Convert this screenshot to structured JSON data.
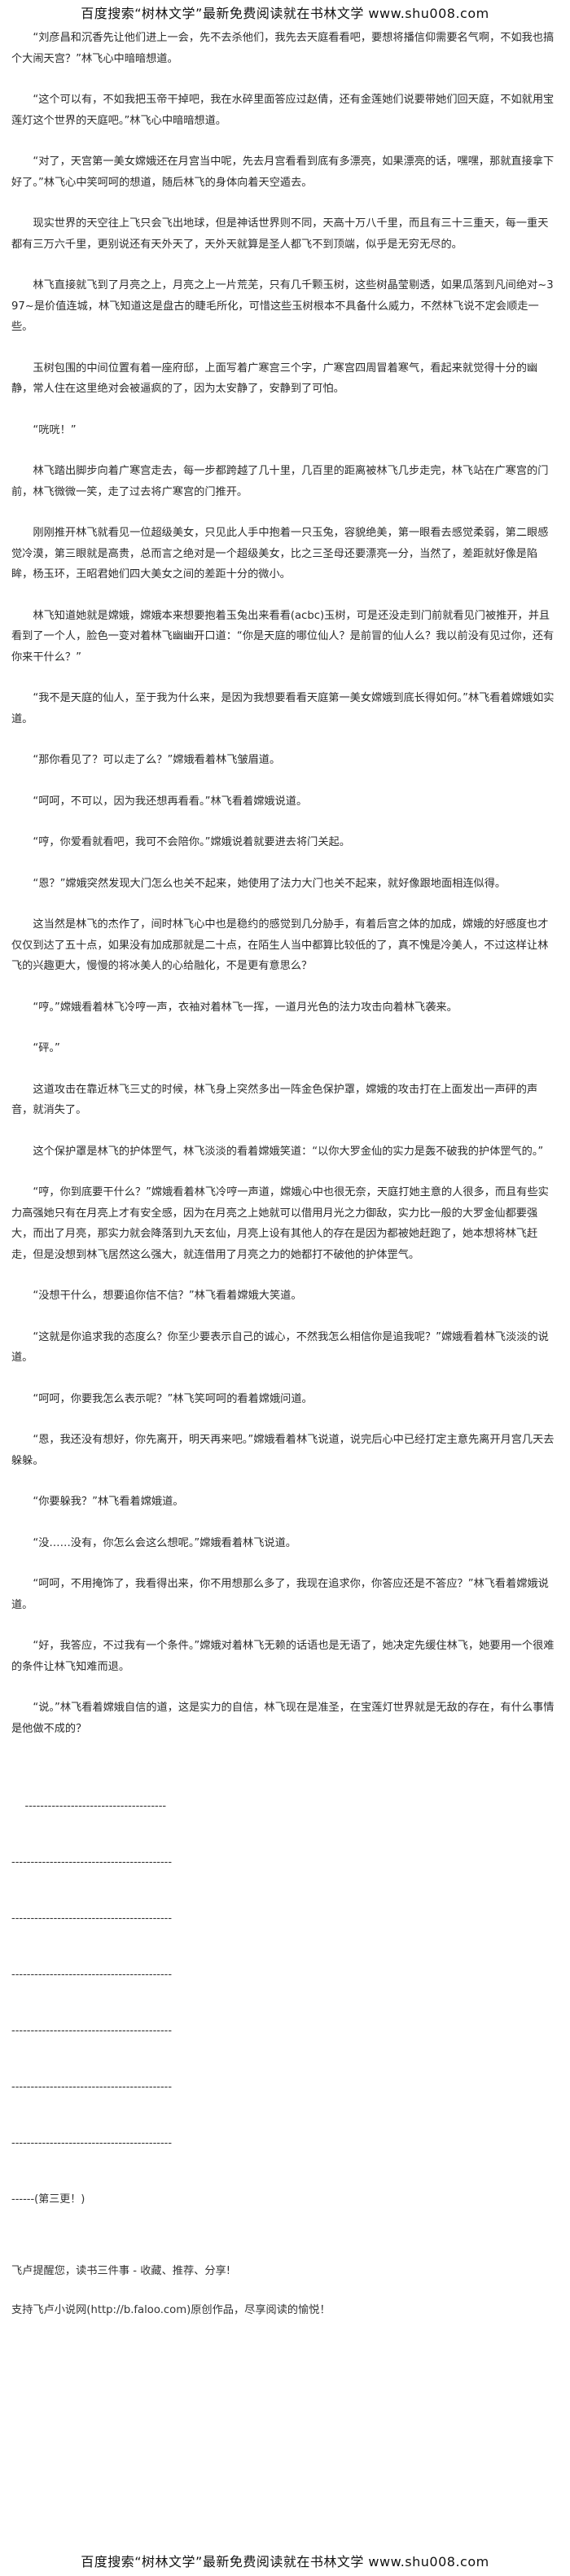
{
  "banner_text": "百度搜索“树林文学”最新免费阅读就在书林文学 www.shu008.com",
  "paragraphs": [
    "“刘彦昌和沉香先让他们进上一会，先不去杀他们，我先去天庭看看吧，要想将播信仰需要名气啊，不如我也搞个大闹天宫？”林飞心中暗暗想道。",
    "“这个可以有，不如我把玉帝干掉吧，我在水碎里面答应过赵倩，还有金莲她们说要带她们回天庭，不如就用宝莲灯这个世界的天庭吧。”林飞心中暗暗想道。",
    "“对了，天宫第一美女嫦娥还在月宫当中呢，先去月宫看看到底有多漂亮，如果漂亮的话，嘿嘿，那就直接拿下好了。”林飞心中笑呵呵的想道，随后林飞的身体向着天空遁去。",
    "现实世界的天空往上飞只会飞出地球，但是神话世界则不同，天高十万八千里，而且有三十三重天，每一重天都有三万六千里，更别说还有天外天了，天外天就算是圣人都飞不到顶端，似乎是无穷无尽的。",
    "林飞直接就飞到了月亮之上，月亮之上一片荒芜，只有几千颗玉树，这些树晶莹剔透，如果瓜落到凡间绝对~397~是价值连城，林飞知道这是盘古的睫毛所化，可惜这些玉树根本不具备什么威力，不然林飞说不定会顺走一些。",
    "玉树包围的中间位置有着一座府邸，上面写着广寒宫三个字，广寒宫四周冒着寒气，看起来就觉得十分的幽静，常人住在这里绝对会被逼疯的了，因为太安静了，安静到了可怕。",
    "“咣咣！”",
    "林飞踏出脚步向着广寒宫走去，每一步都跨越了几十里，几百里的距离被林飞几步走完，林飞站在广寒宫的门前，林飞微微一笑，走了过去将广寒宫的门推开。",
    "刚刚推开林飞就看见一位超级美女，只见此人手中抱着一只玉兔，容貌绝美，第一眼看去感觉柔弱，第二眼感觉冷漠，第三眼就是高贵，总而言之绝对是一个超级美女，比之三圣母还要漂亮一分，当然了，差距就好像是陷眸，杨玉环，王昭君她们四大美女之间的差距十分的微小。",
    "林飞知道她就是嫦娥，嫦娥本来想要抱着玉兔出来看看(acbc)玉树，可是还没走到门前就看见门被推开，并且看到了一个人，脸色一变对着林飞幽幽开口道：“你是天庭的哪位仙人？是前冒的仙人么？我以前没有见过你，还有你来干什么？”",
    "“我不是天庭的仙人，至于我为什么来，是因为我想要看看天庭第一美女嫦娥到底长得如何。”林飞看着嫦娥如实道。",
    "“那你看见了？可以走了么？”嫦娥看着林飞皱眉道。",
    "“呵呵，不可以，因为我还想再看看。”林飞看着嫦娥说道。",
    "“哼，你爱看就看吧，我可不会陪你。”嫦娥说着就要进去将门关起。",
    "“恩？”嫦娥突然发现大门怎么也关不起来，她使用了法力大门也关不起来，就好像跟地面相连似得。",
    "这当然是林飞的杰作了，间时林飞心中也是稳约的感觉到几分胁手，有着后宫之体的加成，嫦娥的好感度也才仅仅到达了五十点，如果没有加成那就是二十点，在陌生人当中都算比较低的了，真不愧是冷美人，不过这样让林飞的兴趣更大，慢慢的将冰美人的心给融化，不是更有意思么？",
    "“哼。”嫦娥看着林飞冷哼一声，衣袖对着林飞一挥，一道月光色的法力攻击向着林飞袭来。",
    "“砰。”",
    "这道攻击在靠近林飞三丈的时候，林飞身上突然多出一阵金色保护罩，嫦娥的攻击打在上面发出一声砰的声音，就消失了。",
    "这个保护罩是林飞的护体罡气，林飞淡淡的看着嫦娥笑道：“以你大罗金仙的实力是轰不破我的护体罡气的。”",
    "“哼，你到底要干什么？”嫦娥看着林飞冷哼一声道，嫦娥心中也很无奈，天庭打她主意的人很多，而且有些实力高强她只有在月亮上才有安全感，因为在月亮之上她就可以借用月光之力御敌，实力比一般的大罗金仙都要强大，而出了月亮，那实力就会降落到九天玄仙，月亮上设有其他人的存在是因为都被她赶跑了，她本想将林飞赶走，但是没想到林飞居然这么强大，就连借用了月亮之力的她都打不破他的护体罡气。",
    "“没想干什么，想要追你信不信？”林飞看着嫦娥大笑道。",
    "“这就是你追求我的态度么？你至少要表示自己的诚心，不然我怎么相信你是追我呢？”嫦娥看着林飞淡淡的说道。",
    "“呵呵，你要我怎么表示呢？”林飞笑呵呵的看着嫦娥问道。",
    "“恩，我还没有想好，你先离开，明天再来吧。”嫦娥看着林飞说道，说完后心中已经打定主意先离开月宫几天去躲躲。",
    "“你要躲我？”林飞看着嫦娥道。",
    "“没……没有，你怎么会这么想呢。”嫦娥看着林飞说道。",
    "“呵呵，不用掩饰了，我看得出来，你不用想那么多了，我现在追求你，你答应还是不答应？”林飞看着嫦娥说道。",
    "“好，我答应，不过我有一个条件。”嫦娥对着林飞无赖的话语也是无语了，她决定先缓住林飞，她要用一个很难的条件让林飞知难而退。",
    "“说。”林飞看着嫦娥自信的道，这是实力的自信，林飞现在是准圣，在宝莲灯世界就是无敌的存在，有什么事情是他做不成的？"
  ],
  "dash_lines": [
    "    -------------------------------------",
    "------------------------------------------",
    "------------------------------------------",
    "------------------------------------------",
    "------------------------------------------",
    "------------------------------------------",
    "------------------------------------------",
    "------(第三更！)"
  ],
  "footer_lines": [
    "飞卢提醒您，读书三件事 - 收藏、推荐、分享!",
    "支持飞卢小说网(http://b.faloo.com)原创作品，尽享阅读的愉悦！"
  ]
}
